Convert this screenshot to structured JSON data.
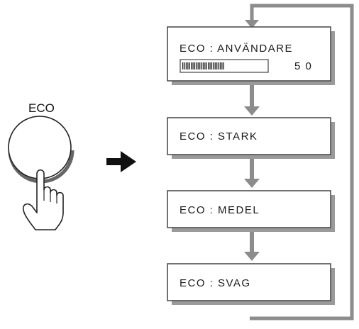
{
  "button": {
    "label": "ECO"
  },
  "modes": [
    {
      "label": "ECO : ANVÄNDARE",
      "level_value": "5 0",
      "level_fraction": 0.5
    },
    {
      "label": "ECO : STARK"
    },
    {
      "label": "ECO : MEDEL"
    },
    {
      "label": "ECO : SVAG"
    }
  ],
  "colors": {
    "box_border": "#444444",
    "shadow": "#9a9a9a",
    "flow_arrow": "#8c8c8c",
    "bar_fill": "#222222"
  },
  "icons": {
    "pointer": "right-arrow-icon",
    "hand": "hand-press-icon"
  }
}
